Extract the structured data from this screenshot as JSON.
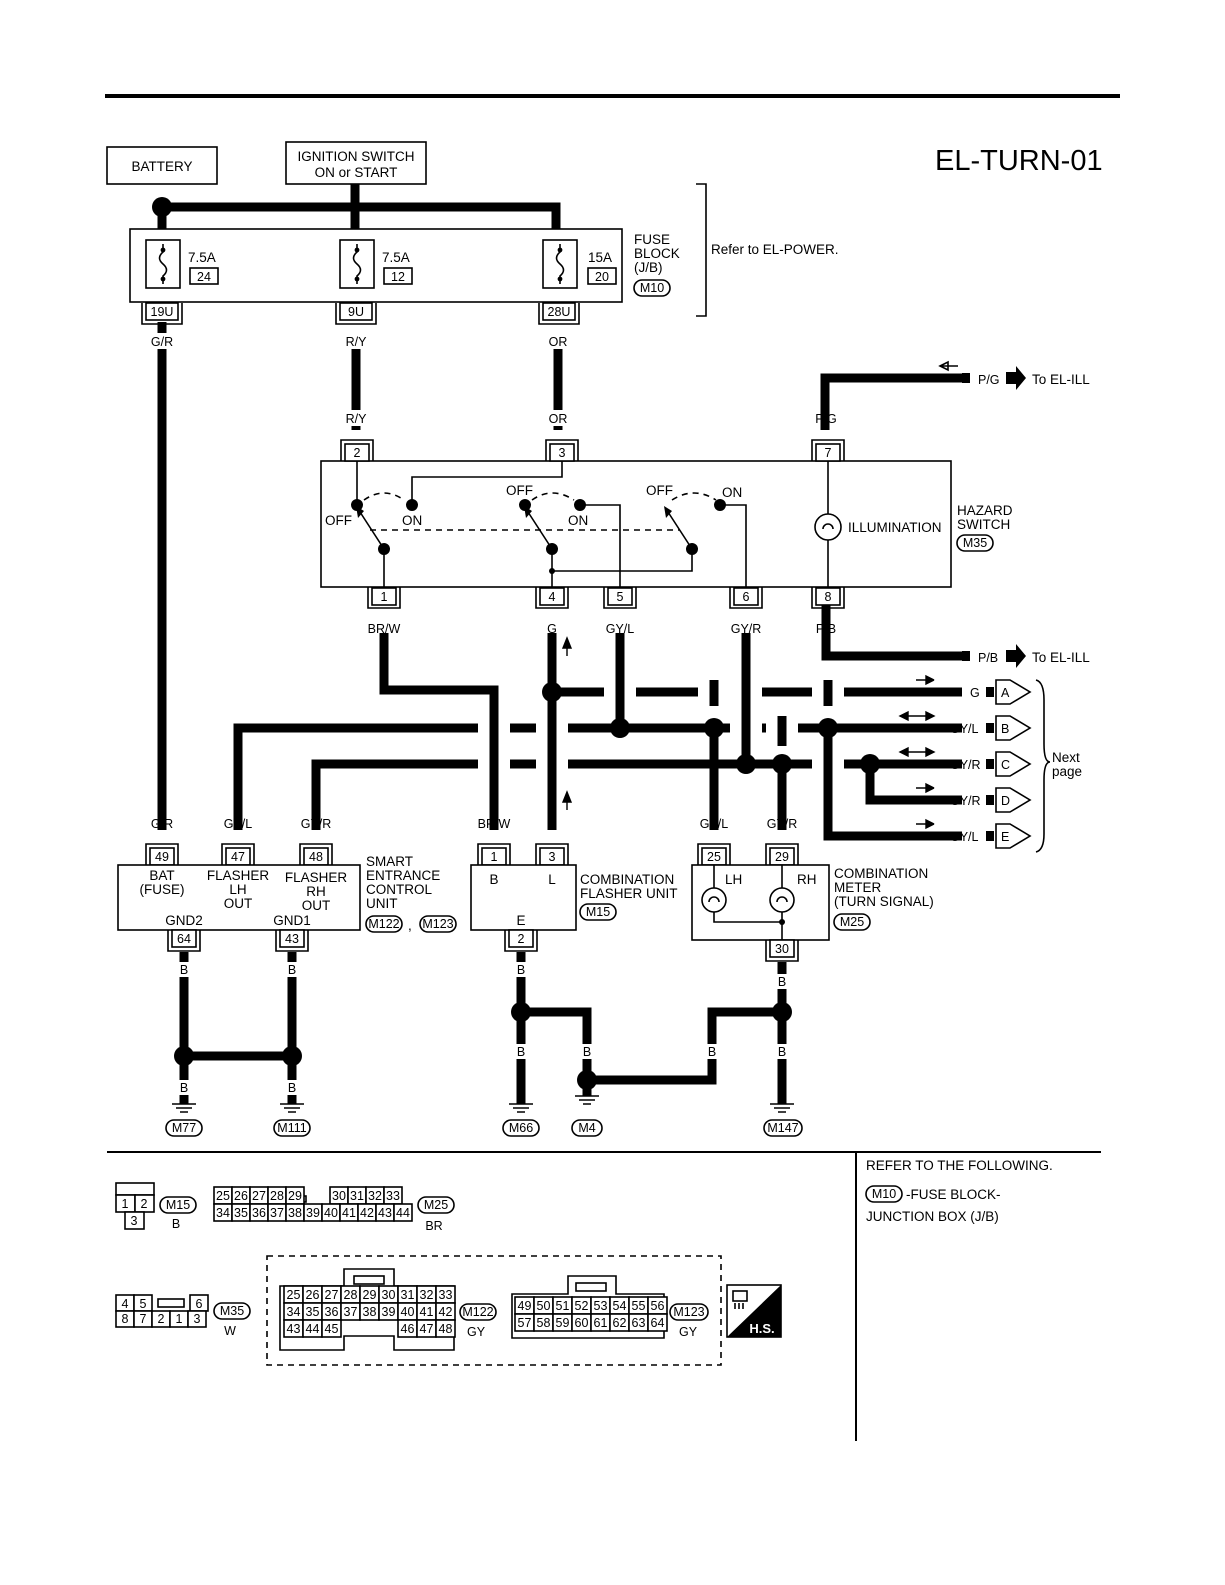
{
  "diagram_id": "EL-TURN-01",
  "blocks": {
    "battery": "BATTERY",
    "ignition_line1": "IGNITION SWITCH",
    "ignition_line2": "ON or START",
    "fuse_block_l1": "FUSE",
    "fuse_block_l2": "BLOCK",
    "fuse_block_l3": "(J/B)",
    "fuse_block_conn": "M10",
    "refer_power": "Refer to EL-POWER.",
    "hazard_l1": "HAZARD",
    "hazard_l2": "SWITCH",
    "hazard_conn": "M35",
    "illumination": "ILLUMINATION",
    "to_ill": "To EL-ILL",
    "next_l1": "Next",
    "next_l2": "page",
    "secu_l1": "SMART",
    "secu_l2": "ENTRANCE",
    "secu_l3": "CONTROL",
    "secu_l4": "UNIT",
    "secu_conn1": "M122",
    "secu_conn2": "M123",
    "secu_comma": ",",
    "secu_bat1": "BAT",
    "secu_bat2": "(FUSE)",
    "secu_flh1": "FLASHER",
    "secu_flh2": "LH",
    "secu_flh3": "OUT",
    "secu_frh1": "FLASHER",
    "secu_frh2": "RH",
    "secu_frh3": "OUT",
    "secu_gnd2": "GND2",
    "secu_gnd1": "GND1",
    "flasher_l1": "COMBINATION",
    "flasher_l2": "FLASHER UNIT",
    "flasher_conn": "M15",
    "flasher_b": "B",
    "flasher_l": "L",
    "flasher_e": "E",
    "meter_l1": "COMBINATION",
    "meter_l2": "METER",
    "meter_l3": "(TURN SIGNAL)",
    "meter_conn": "M25",
    "meter_lh": "LH",
    "meter_rh": "RH"
  },
  "fuses": [
    {
      "amp": "7.5A",
      "num": "24",
      "terminal": "19U"
    },
    {
      "amp": "7.5A",
      "num": "12",
      "terminal": "9U"
    },
    {
      "amp": "15A",
      "num": "20",
      "terminal": "28U"
    }
  ],
  "switch_labels": {
    "off": "OFF",
    "on": "ON"
  },
  "terminals": {
    "hz2": "2",
    "hz3": "3",
    "hz7": "7",
    "hz1": "1",
    "hz4": "4",
    "hz5": "5",
    "hz6": "6",
    "hz8": "8",
    "s49": "49",
    "s47": "47",
    "s48": "48",
    "s64": "64",
    "s43": "43",
    "f1": "1",
    "f3": "3",
    "f2": "2",
    "m25": "25",
    "m29": "29",
    "m30": "30"
  },
  "wires": {
    "gr": "G/R",
    "ry": "R/Y",
    "or": "OR",
    "pg": "P/G",
    "pb": "P/B",
    "brw": "BR/W",
    "g": "G",
    "gyl": "GY/L",
    "gyr": "GY/R",
    "b": "B"
  },
  "next_connectors": [
    "A",
    "B",
    "C",
    "D",
    "E"
  ],
  "grounds": [
    "M77",
    "M111",
    "M66",
    "M4",
    "M147"
  ],
  "legend": {
    "refer_title": "REFER TO THE FOLLOWING.",
    "refer_conn": "M10",
    "refer_text1": "-FUSE BLOCK-",
    "refer_text2": "JUNCTION BOX (J/B)",
    "hs": "H.S.",
    "conn_m15": {
      "id": "M15",
      "color": "B",
      "rows": [
        [
          "1",
          "2"
        ],
        [
          "3"
        ]
      ]
    },
    "conn_m25": {
      "id": "M25",
      "color": "BR",
      "rows": [
        [
          "25",
          "26",
          "27",
          "28",
          "29",
          "30",
          "31",
          "32",
          "33"
        ],
        [
          "34",
          "35",
          "36",
          "37",
          "38",
          "39",
          "40",
          "41",
          "42",
          "43",
          "44"
        ]
      ]
    },
    "conn_m35": {
      "id": "M35",
      "color": "W",
      "rows": [
        [
          "4",
          "5",
          "6"
        ],
        [
          "8",
          "7",
          "2",
          "1",
          "3"
        ]
      ]
    },
    "conn_m122": {
      "id": "M122",
      "color": "GY",
      "rows": [
        [
          "25",
          "26",
          "27",
          "28",
          "29",
          "30",
          "31",
          "32",
          "33"
        ],
        [
          "34",
          "35",
          "36",
          "37",
          "38",
          "39",
          "40",
          "41",
          "42"
        ],
        [
          "43",
          "44",
          "45",
          "46",
          "47",
          "48"
        ]
      ]
    },
    "conn_m123": {
      "id": "M123",
      "color": "GY",
      "rows": [
        [
          "49",
          "50",
          "51",
          "52",
          "53",
          "54",
          "55",
          "56"
        ],
        [
          "57",
          "58",
          "59",
          "60",
          "61",
          "62",
          "63",
          "64"
        ]
      ]
    }
  }
}
